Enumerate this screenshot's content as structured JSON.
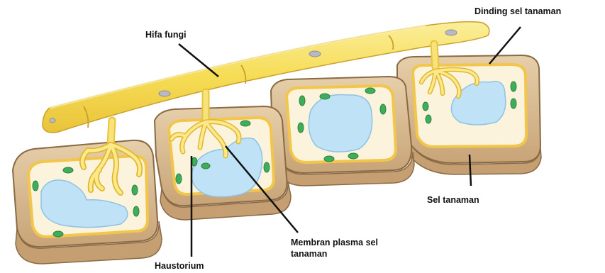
{
  "labels": {
    "hifa_fungi": "Hifa fungi",
    "dinding_sel": "Dinding sel tanaman",
    "sel_tanaman": "Sel tanaman",
    "membran_line1": "Membran plasma sel",
    "membran_line2": "tanaman",
    "haustorium": "Haustorium"
  },
  "colors": {
    "cell_wall": "#d9b98f",
    "cell_wall_dark": "#b08a5f",
    "cytoplasm": "#fbf3dc",
    "membrane": "#f2c64b",
    "vacuole": "#bfe2f7",
    "chloroplast": "#3fae5a",
    "hypha": "#f7e06a",
    "nucleus": "#b9b9c4"
  }
}
